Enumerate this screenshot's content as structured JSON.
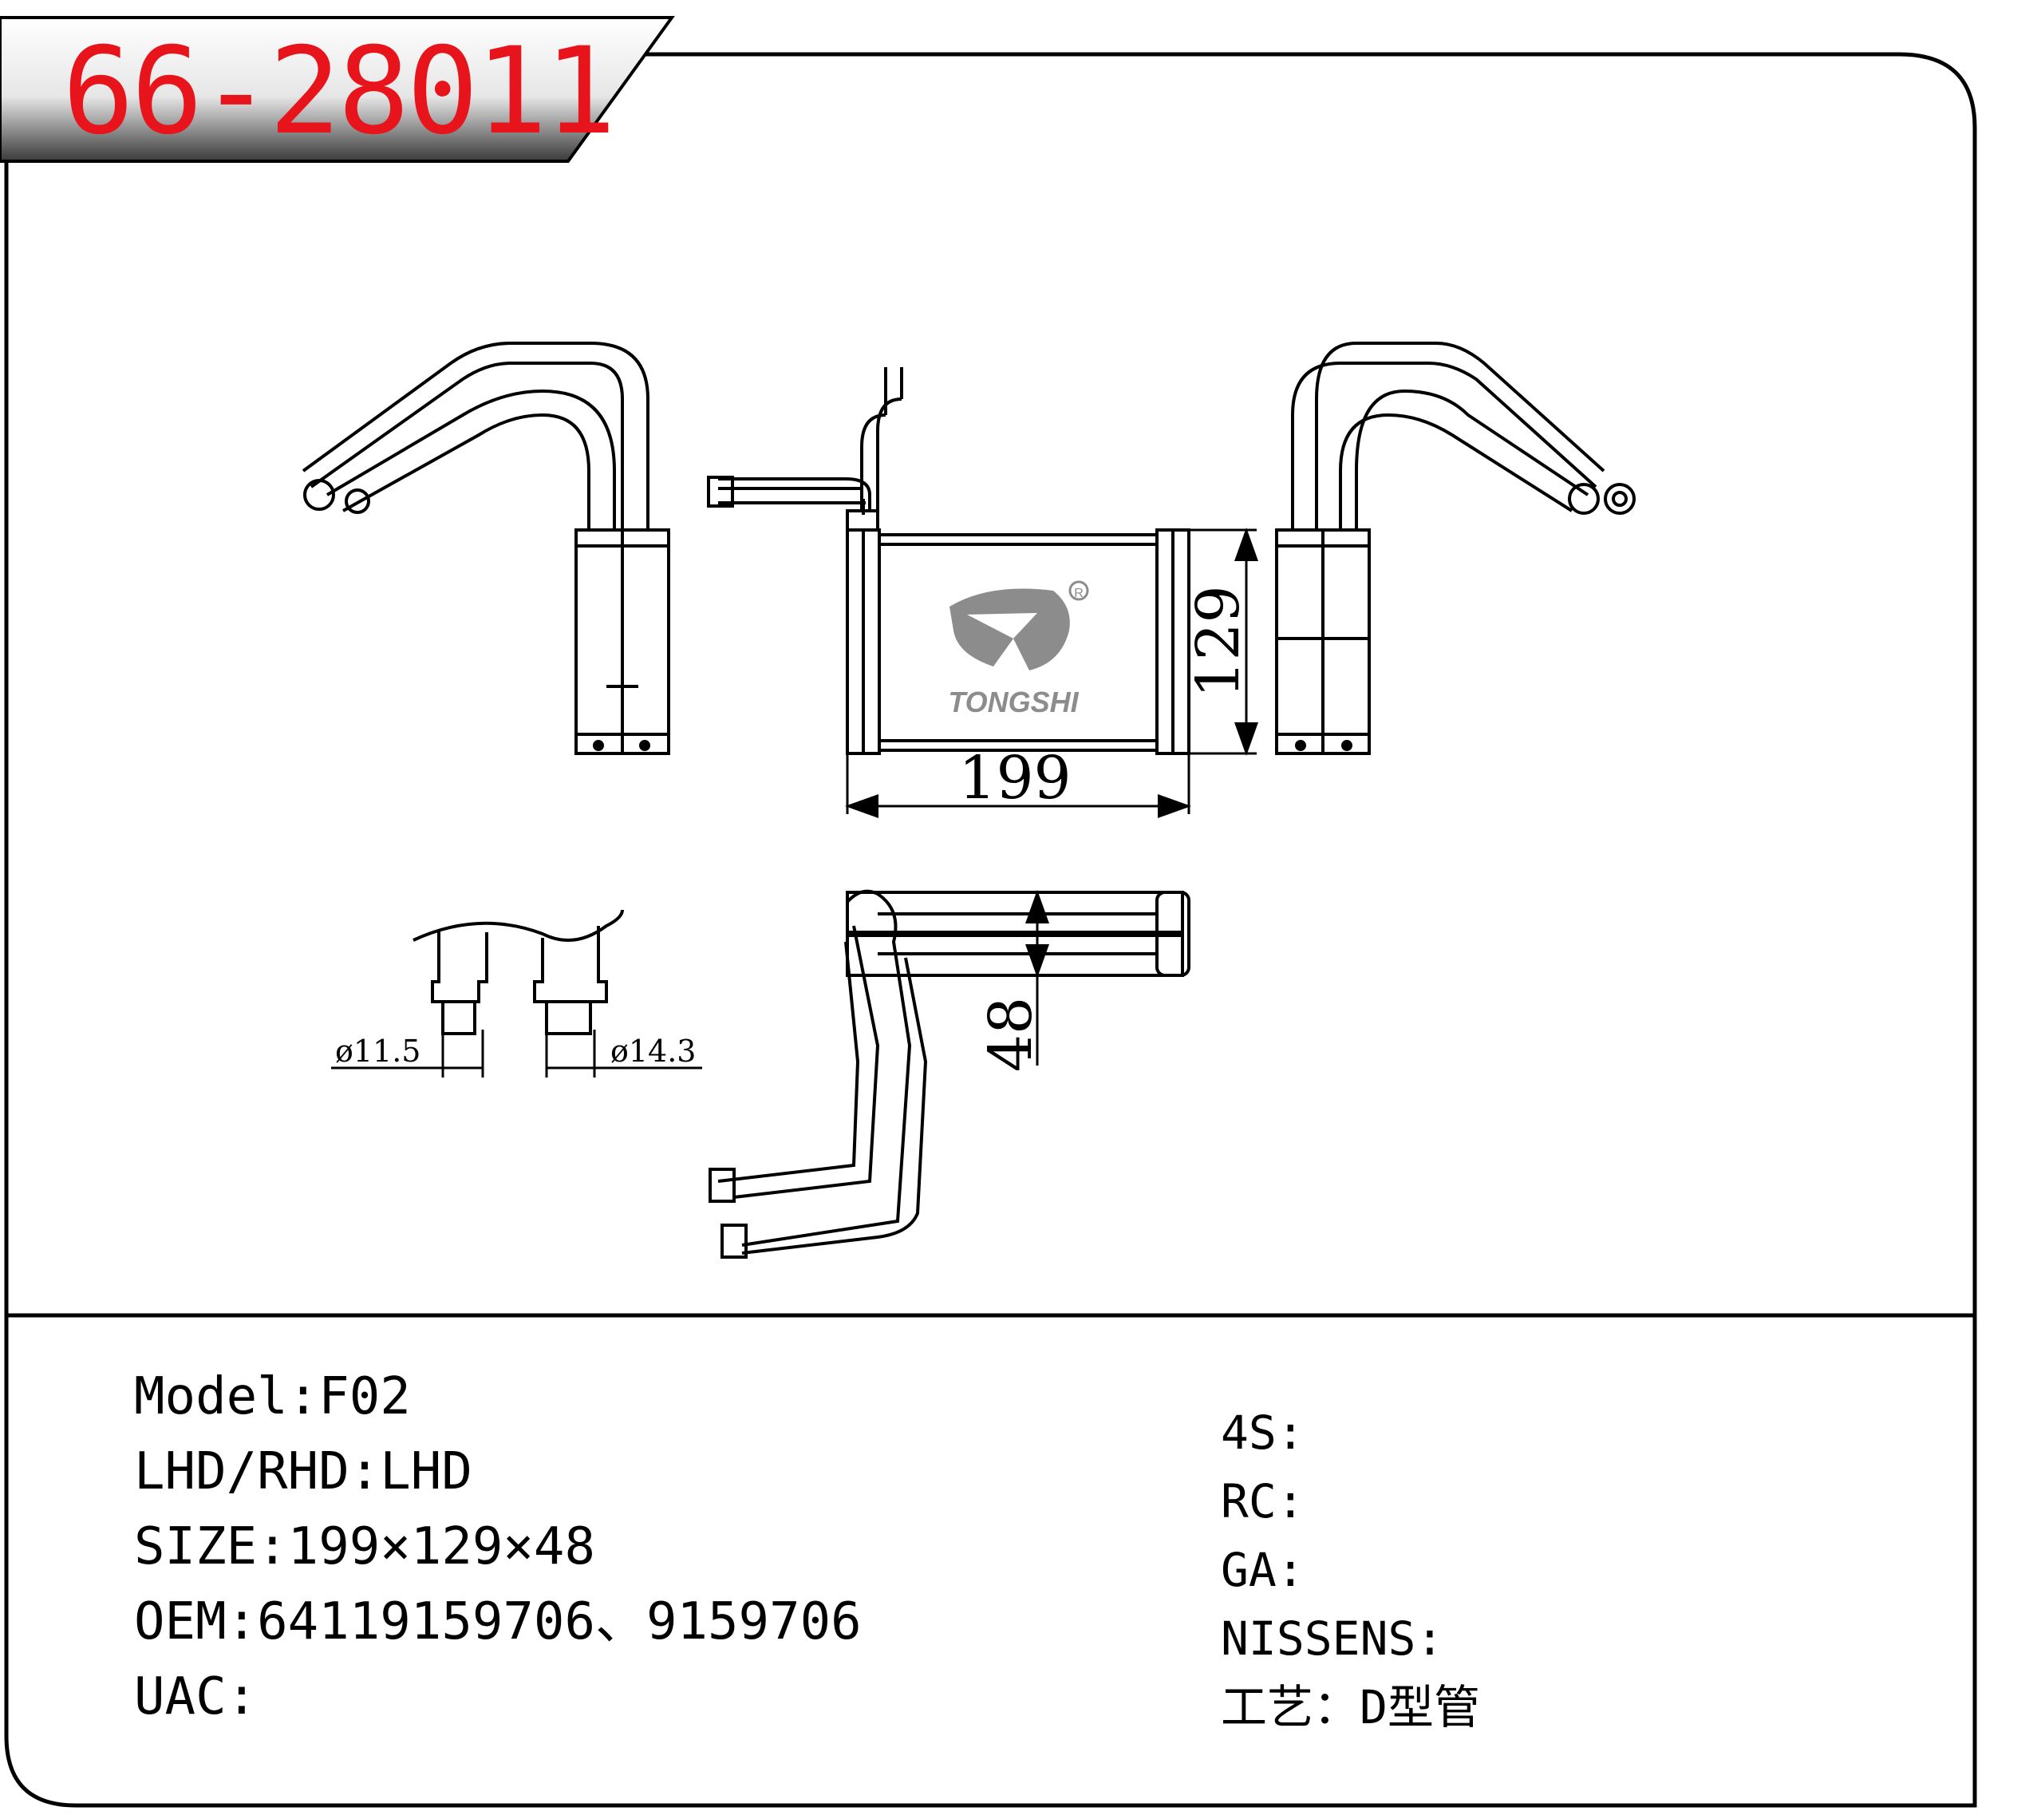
{
  "part_number": "66-28011",
  "brand": {
    "name": "TONGSHI",
    "registered_mark": "R"
  },
  "dimensions": {
    "width": "199",
    "height": "129",
    "depth": "48",
    "inlet_diameter": "ø11.5",
    "outlet_diameter": "ø14.3"
  },
  "specs_left": [
    {
      "label": "Model",
      "sep": ":",
      "value": "F02"
    },
    {
      "label": "LHD/RHD",
      "sep": ":",
      "value": "LHD"
    },
    {
      "label": "SIZE",
      "sep": ":",
      "value": "199×129×48"
    },
    {
      "label": "OEM",
      "sep": ":",
      "value": "64119159706、9159706"
    },
    {
      "label": "UAC",
      "sep": ":",
      "value": ""
    }
  ],
  "specs_right": [
    {
      "label": "4S",
      "sep": ":",
      "value": ""
    },
    {
      "label": "RC",
      "sep": ":",
      "value": ""
    },
    {
      "label": "GA",
      "sep": ":",
      "value": ""
    },
    {
      "label": "NISSENS",
      "sep": ":",
      "value": ""
    },
    {
      "label": "工艺",
      "sep": "：",
      "value": "D型管"
    }
  ],
  "colors": {
    "part_number": "#e8141b",
    "frame": "#000000",
    "logo_gray": "#8c8c8c"
  }
}
